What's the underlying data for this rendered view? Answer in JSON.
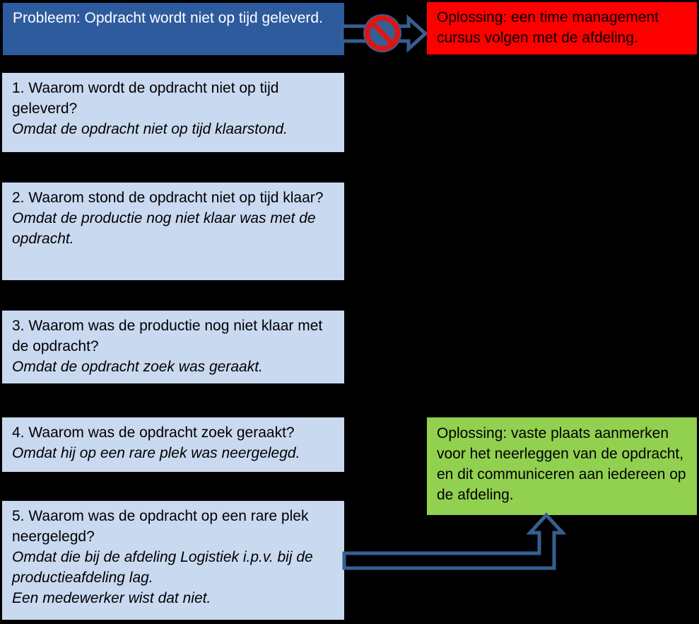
{
  "diagram": {
    "type": "5-whys-root-cause-analysis",
    "language": "nl"
  },
  "colors": {
    "background": "#000000",
    "problem_box_bg": "#2E5B9E",
    "problem_box_text": "#FFFFFF",
    "why_box_bg": "#C9D9F0",
    "rejected_solution_bg": "#FF0000",
    "accepted_solution_bg": "#92D050",
    "arrow_outline": "#365F91",
    "no_symbol_red": "#E01414",
    "body_text": "#000000"
  },
  "problem_box": {
    "text": "Probleem: Opdracht wordt niet op tijd geleverd."
  },
  "rejected_solution_box": {
    "text": "Oplossing: een time management cursus volgen met de afdeling."
  },
  "accepted_solution_box": {
    "text": "Oplossing: vaste plaats aanmerken voor het neerleggen van de opdracht, en dit communiceren aan iedereen op de afdeling."
  },
  "why_boxes": [
    {
      "question": "1. Waarom wordt de opdracht niet op tijd geleverd?",
      "answer": "Omdat de opdracht niet op tijd klaarstond."
    },
    {
      "question": "2. Waarom stond de opdracht niet op tijd klaar?",
      "answer": "Omdat de productie nog niet klaar was met de opdracht."
    },
    {
      "question": "3. Waarom was de productie nog niet klaar met de opdracht?",
      "answer": "Omdat de opdracht zoek was geraakt."
    },
    {
      "question": "4. Waarom was de opdracht zoek geraakt?",
      "answer": "Omdat hij op een rare plek was neergelegd."
    },
    {
      "question": "5. Waarom was de opdracht op een rare plek neergelegd?",
      "answer": "Omdat die bij de afdeling Logistiek i.p.v. bij de productieafdeling lag.",
      "answer2": "Een medewerker wist dat niet."
    }
  ],
  "icons": {
    "blocked_arrow": "block-arrow-right-with-prohibition-sign",
    "bent_arrow": "bent-up-block-arrow"
  }
}
